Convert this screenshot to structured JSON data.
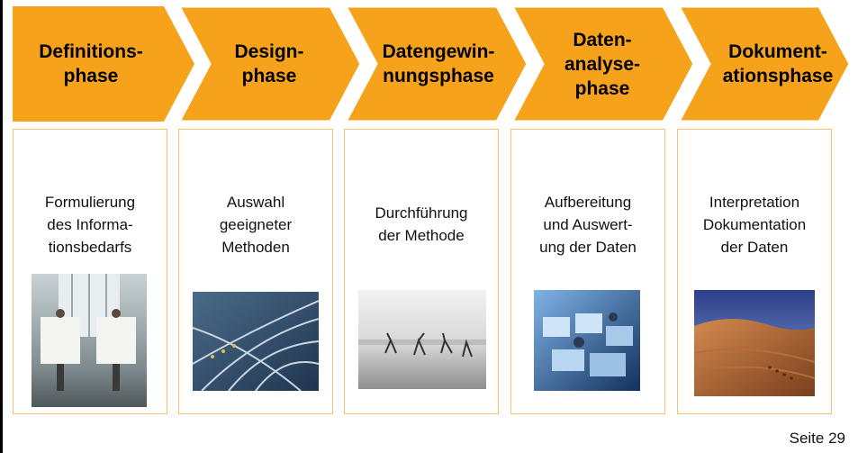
{
  "phases": [
    {
      "title": "Definitions-\nphase"
    },
    {
      "title": "Design-\nphase"
    },
    {
      "title": "Datengewin-\nnungsphase"
    },
    {
      "title": "Daten-\nanalyse-\nphase"
    },
    {
      "title": "Dokument-\nationsphase"
    }
  ],
  "steps": [
    {
      "text": "Formulierung\ndes Informa-\ntionsbedarfs",
      "image": "two-people-holding-blank-sheets"
    },
    {
      "text": "Auswahl\ngeeigneter\nMethoden",
      "image": "railway-tracks-switches"
    },
    {
      "text": "Durchführung\nder Methode",
      "image": "people-doing-cartwheels-on-beach"
    },
    {
      "text": "Aufbereitung\nund Auswert-\nung der Daten",
      "image": "traders-at-computer-screens"
    },
    {
      "text": "Interpretation\nDokumentation\nder Daten",
      "image": "desert-dunes-with-footprints"
    }
  ],
  "colors": {
    "chevron": "#f7a21b",
    "chevron_edge": "#ffffff",
    "box_border": "#f4c171"
  },
  "footer": {
    "page": "Seite 29"
  }
}
